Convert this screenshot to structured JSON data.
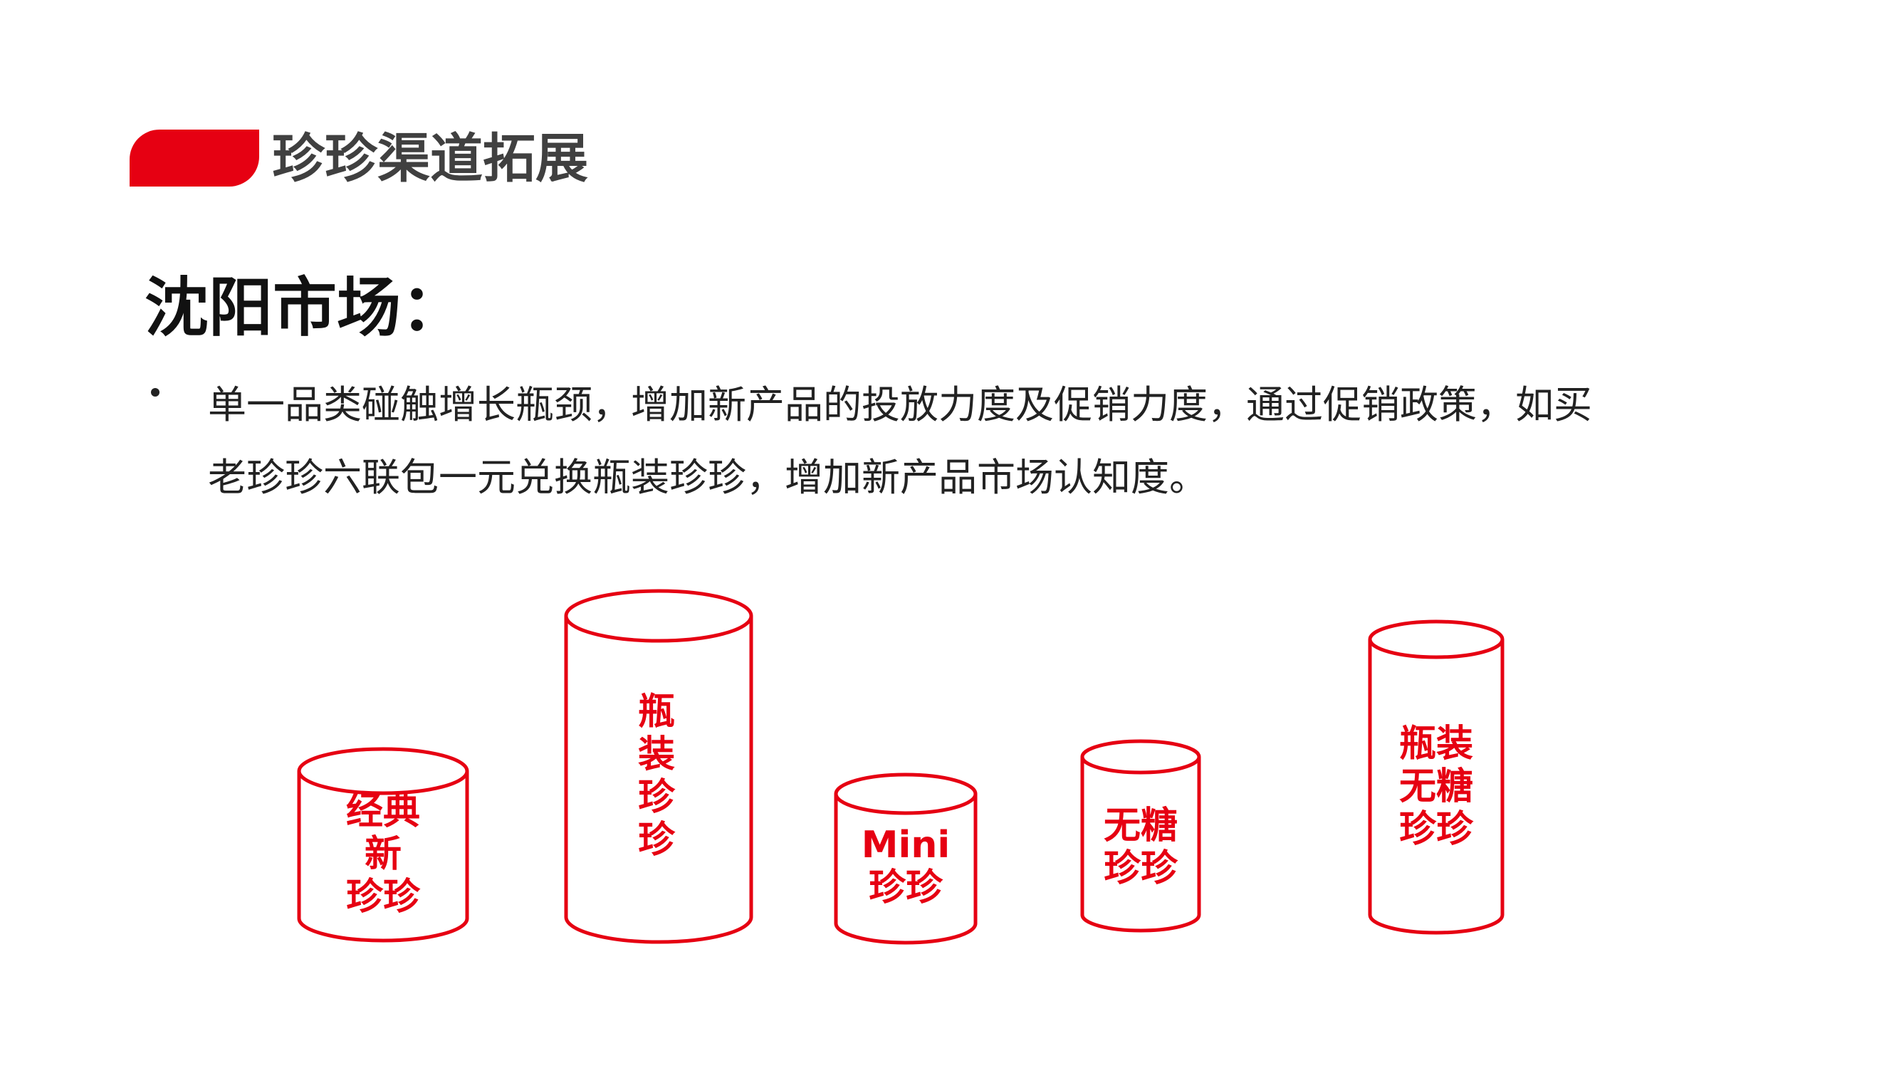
{
  "header": {
    "title": "珍珍渠道拓展",
    "accent_color": "#e60012"
  },
  "section": {
    "heading": "沈阳市场："
  },
  "bullet": {
    "line1": "单一品类碰触增长瓶颈，增加新产品的投放力度及促销力度，通过促销政策，如买",
    "line2": "老珍珍六联包一元兑换瓶装珍珍，增加新产品市场认知度。"
  },
  "cylinders": [
    {
      "lines": [
        "经典",
        "新",
        "珍珍"
      ]
    },
    {
      "lines": [
        "瓶",
        "装",
        "珍",
        "珍"
      ]
    },
    {
      "lines": [
        "Mini",
        "珍珍"
      ]
    },
    {
      "lines": [
        "无糖",
        "珍珍"
      ]
    },
    {
      "lines": [
        "瓶装",
        "无糖",
        "珍珍"
      ]
    }
  ]
}
